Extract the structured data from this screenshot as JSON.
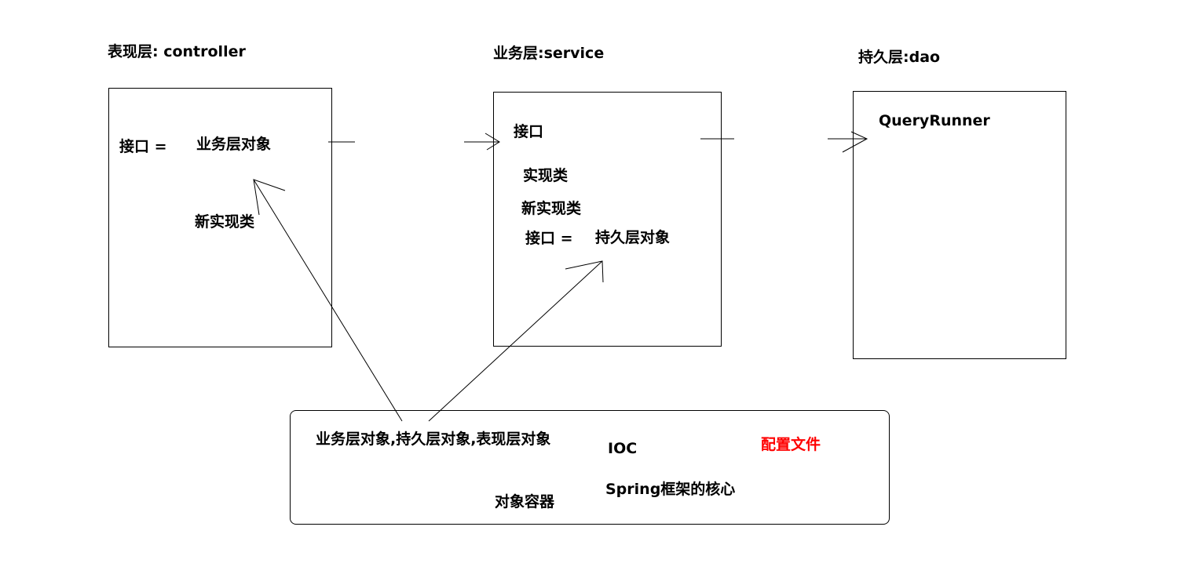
{
  "layers": {
    "controller": {
      "title": "表现层: controller",
      "interface_label": "接口 =",
      "object_label": "业务层对象",
      "new_impl_label": "新实现类"
    },
    "service": {
      "title": "业务层:service",
      "interface_label": "接口",
      "impl_label": "实现类",
      "new_impl_label": "新实现类",
      "interface_assign_label": "接口 =",
      "object_label": "持久层对象"
    },
    "dao": {
      "title": "持久层:dao",
      "runner_label": "QueryRunner"
    }
  },
  "container": {
    "objects_label": "业务层对象,持久层对象,表现层对象",
    "ioc_label": "IOC",
    "config_label": "配置文件",
    "spring_core_label": "Spring框架的核心",
    "container_label": "对象容器",
    "config_color": "#ff0000"
  }
}
